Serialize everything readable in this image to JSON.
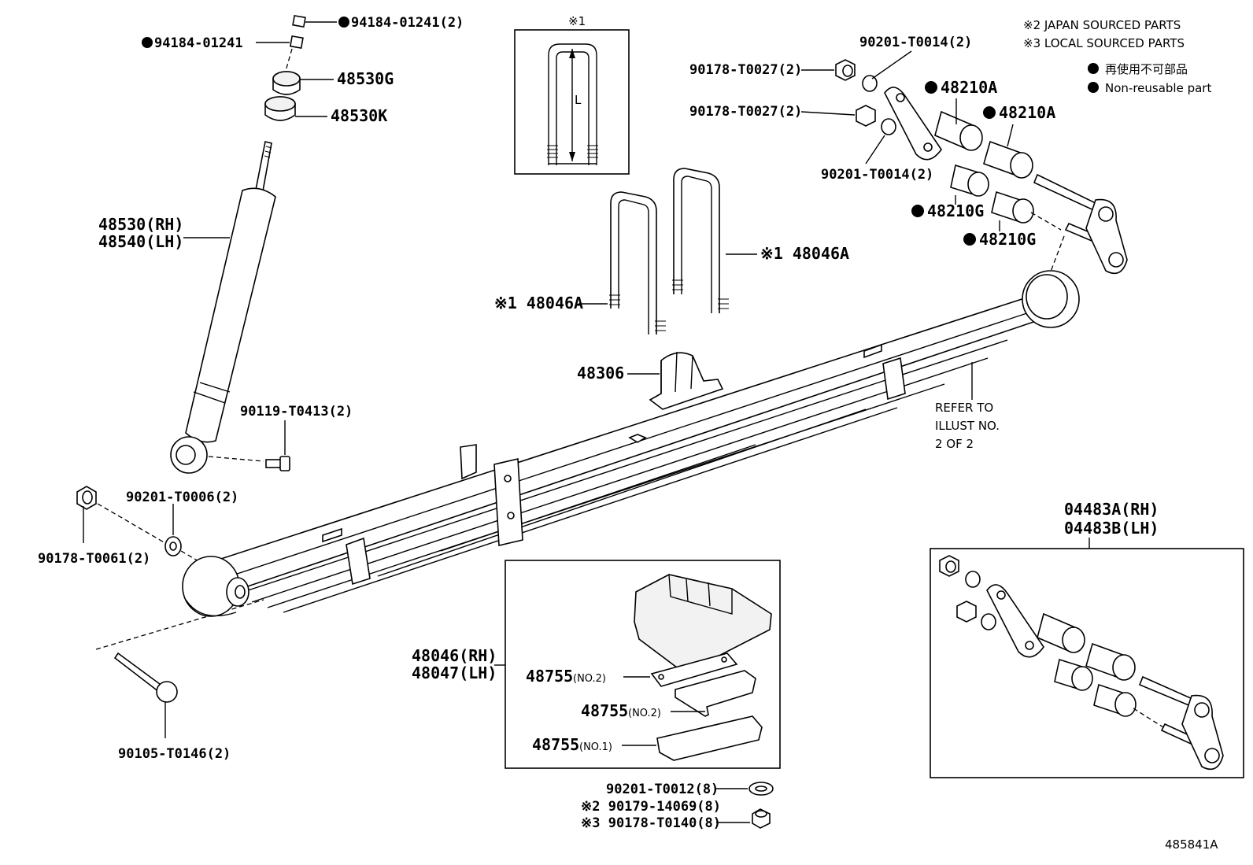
{
  "header": {
    "note_japan": "※2 JAPAN SOURCED PARTS",
    "note_local": "※3 LOCAL SOURCED PARTS",
    "legend_jp": "再使用不可部品",
    "legend_en": "Non-reusable part"
  },
  "inset": {
    "mark": "※1",
    "dimension_label": "L"
  },
  "labels": {
    "p94184_a": "94184-01241(2)",
    "p94184_b": "94184-01241",
    "p48530G": "48530G",
    "p48530K": "48530K",
    "p48530": "48530(RH)",
    "p48540": "48540(LH)",
    "p90119": "90119-T0413(2)",
    "p90201_T0006": "90201-T0006(2)",
    "p90178_T0061": "90178-T0061(2)",
    "p90105": "90105-T0146(2)",
    "p48046A_1": "※1 48046A",
    "p48046A_2": "※1 48046A",
    "p48306": "48306",
    "p90201_T0014_top": "90201-T0014(2)",
    "p90178_T0027_a": "90178-T0027(2)",
    "p90178_T0027_b": "90178-T0027(2)",
    "p90201_T0014_bot": "90201-T0014(2)",
    "p48210A_1": "48210A",
    "p48210A_2": "48210A",
    "p48210G_1": "48210G",
    "p48210G_2": "48210G",
    "refer_1": "REFER TO",
    "refer_2": "ILLUST NO.",
    "refer_3": "2 OF 2",
    "p04483A": "04483A(RH)",
    "p04483B": "04483B(LH)",
    "p48046": "48046(RH)",
    "p48047": "48047(LH)",
    "p48755_1": "48755",
    "p48755_1_note": "(NO.2)",
    "p48755_2": "48755",
    "p48755_2_note": "(NO.2)",
    "p48755_3": "48755",
    "p48755_3_note": "(NO.1)",
    "p90201_T0012": "90201-T0012(8)",
    "p90179": "※2 90179-14069(8)",
    "p90178_T0140": "※3 90178-T0140(8)",
    "illustration_no": "485841A"
  },
  "icons": {
    "non_reusable": "filled-circle-icon"
  }
}
